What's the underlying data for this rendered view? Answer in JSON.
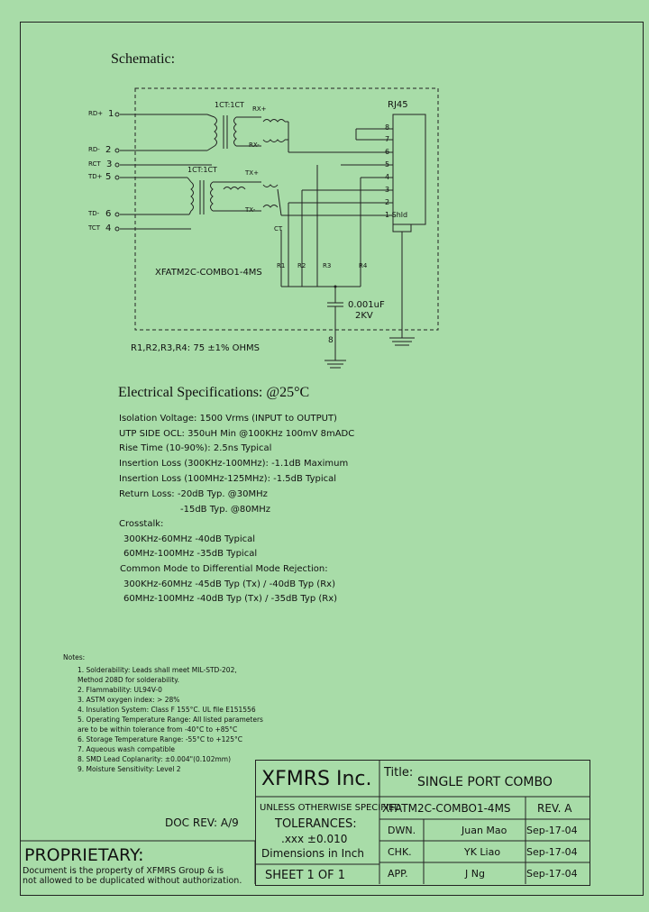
{
  "heading": "Schematic:",
  "schematic": {
    "rj45_label": "RJ45",
    "rj45_pins": [
      "8",
      "7",
      "6",
      "5",
      "4",
      "3",
      "2",
      "1 Shld"
    ],
    "xfmr1_label": "1CT:1CT",
    "xfmr2_label": "1CT:1CT",
    "rx_plus": "RX+",
    "rx_minus": "RX-",
    "tx_plus": "TX+",
    "tx_minus": "TX-",
    "ct": "CT",
    "left_pins": [
      {
        "name": "RD+",
        "num": "1"
      },
      {
        "name": "RD-",
        "num": "2"
      },
      {
        "name": "RCT",
        "num": "3"
      },
      {
        "name": "TD+",
        "num": "5"
      },
      {
        "name": "TD-",
        "num": "6"
      },
      {
        "name": "TCT",
        "num": "4"
      }
    ],
    "part_label": "XFATM2C-COMBO1-4MS",
    "resistors": [
      "R1",
      "R2",
      "R3",
      "R4"
    ],
    "cap_value": "0.001uF",
    "cap_voltage": "2KV",
    "gnd_pin": "8",
    "resistor_note": "R1,R2,R3,R4: 75 ±1% OHMS"
  },
  "specs": {
    "title": "Electrical   Specifications: @25°C",
    "lines": [
      "Isolation Voltage:  1500 Vrms (INPUT to OUTPUT)",
      "UTP SIDE OCL: 350uH Min @100KHz 100mV 8mADC",
      "Rise Time (10-90%): 2.5ns Typical",
      "Insertion Loss (300KHz-100MHz): -1.1dB Maximum",
      "Insertion Loss (100MHz-125MHz): -1.5dB Typical",
      "Return Loss: -20dB Typ. @30MHz",
      "-15dB Typ. @80MHz",
      "Crosstalk:",
      "300KHz-60MHz    -40dB Typical",
      "60MHz-100MHz    -35dB Typical",
      "Common Mode to Differential Mode Rejection:",
      "300KHz-60MHz    -45dB Typ (Tx) / -40dB Typ (Rx)",
      "60MHz-100MHz    -40dB Typ (Tx) / -35dB Typ (Rx)"
    ]
  },
  "notes": {
    "title": "Notes:",
    "items": [
      "1. Solderability: Leads shall meet MIL-STD-202,",
      "    Method 208D for solderability.",
      "2. Flammability: UL94V-0",
      "3. ASTM oxygen index: > 28%",
      "4. Insulation System: Class F 155°C. UL file E151556",
      "5. Operating Temperature Range: All listed parameters",
      "    are to be within tolerance from -40°C to +85°C",
      "6. Storage Temperature Range: -55°C to +125°C",
      "7. Aqueous wash compatible",
      "8. SMD Lead Coplanarity: ±0.004\"(0.102mm)",
      "9. Moisture Sensitivity: Level 2"
    ]
  },
  "titleblock": {
    "company": "XFMRS Inc.",
    "title_label": "Title:",
    "title": "SINGLE PORT COMBO",
    "unless": "UNLESS OTHERWISE SPECIFIED",
    "tolerances": "TOLERANCES:",
    "tol_value": ".xxx ±0.010",
    "dimensions": "Dimensions in Inch",
    "sheet": "SHEET  1  OF  1",
    "part_no": "XFATM2C-COMBO1-4MS",
    "rev": "REV. A",
    "rows": [
      {
        "label": "DWN.",
        "name": "Juan Mao",
        "date": "Sep-17-04"
      },
      {
        "label": "CHK.",
        "name": "YK Liao",
        "date": "Sep-17-04"
      },
      {
        "label": "APP.",
        "name": "J Ng",
        "date": "Sep-17-04"
      }
    ],
    "doc_rev": "DOC REV: A/9",
    "proprietary": "PROPRIETARY:",
    "prop_line1": "Document is the property of XFMRS Group & is",
    "prop_line2": "not allowed to be duplicated without authorization."
  }
}
